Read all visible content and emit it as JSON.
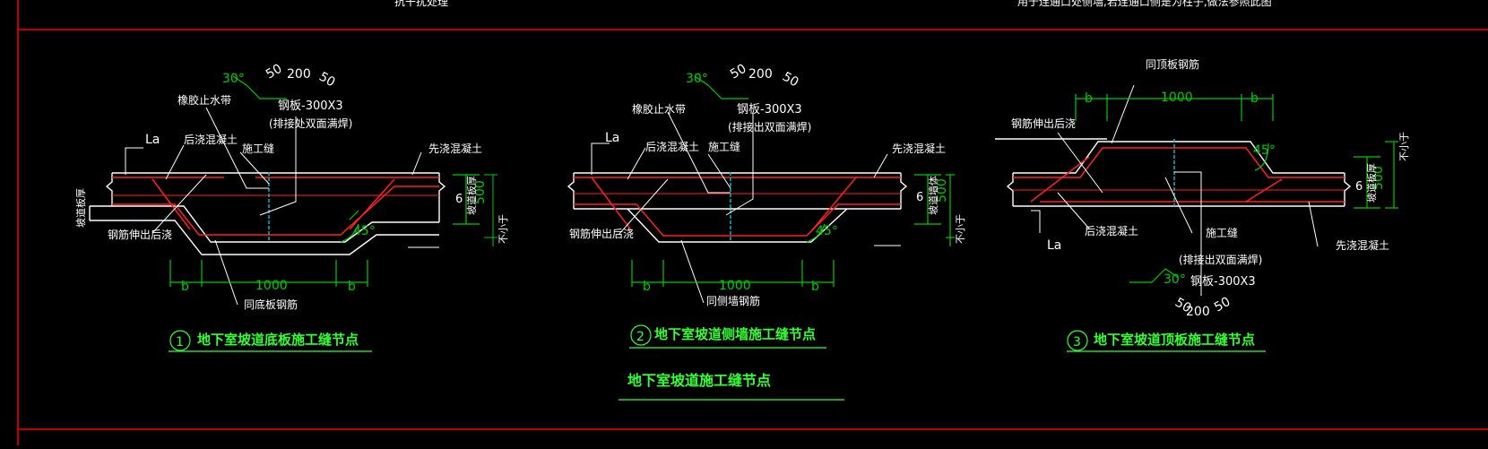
{
  "header": {
    "top_left_text": "抗干扰处理",
    "top_right_text": "用于连通口处侧墙,若连通口侧是为柱子,做法参照此图"
  },
  "common_labels": {
    "angle_30": "30°",
    "angle_45": "45°",
    "dim_50": "50",
    "dim_200": "200",
    "dim_500": "500",
    "dim_1000": "1000",
    "dim_b": "b",
    "la": "La",
    "steel_plate": "钢板-300X3",
    "weld_note_1": "(排接处双面满焊)",
    "weld_note_2": "(排接出双面满焊)",
    "rubber_waterstop": "橡胶止水带",
    "post_pour": "后浇混凝土",
    "pre_pour": "先浇混凝土",
    "construction_joint": "施工缝",
    "rebar_out": "钢筋伸出后浇",
    "min_length": "不小于",
    "ramp_thickness": "坡道板厚",
    "ramp_thickness_alt": "坡道墙体",
    "reinforcement_var": "6"
  },
  "details": [
    {
      "number": "1",
      "title": "地下室坡道底板施工缝节点",
      "rebar_label": "同底板钢筋"
    },
    {
      "number": "2",
      "title": "地下室坡道侧墙施工缝节点",
      "rebar_label": "同侧墙钢筋"
    },
    {
      "number": "3",
      "title": "地下室坡道顶板施工缝节点",
      "rebar_label": "同顶板钢筋"
    }
  ],
  "main_title": "地下室坡道施工缝节点",
  "colors": {
    "background": "#000000",
    "frame": "#c00000",
    "concrete_outline": "#ffffff",
    "rebar": "#ff2020",
    "dimension": "#00cc00",
    "waterstop": "#00b8c8",
    "title_text": "#33ff33"
  }
}
